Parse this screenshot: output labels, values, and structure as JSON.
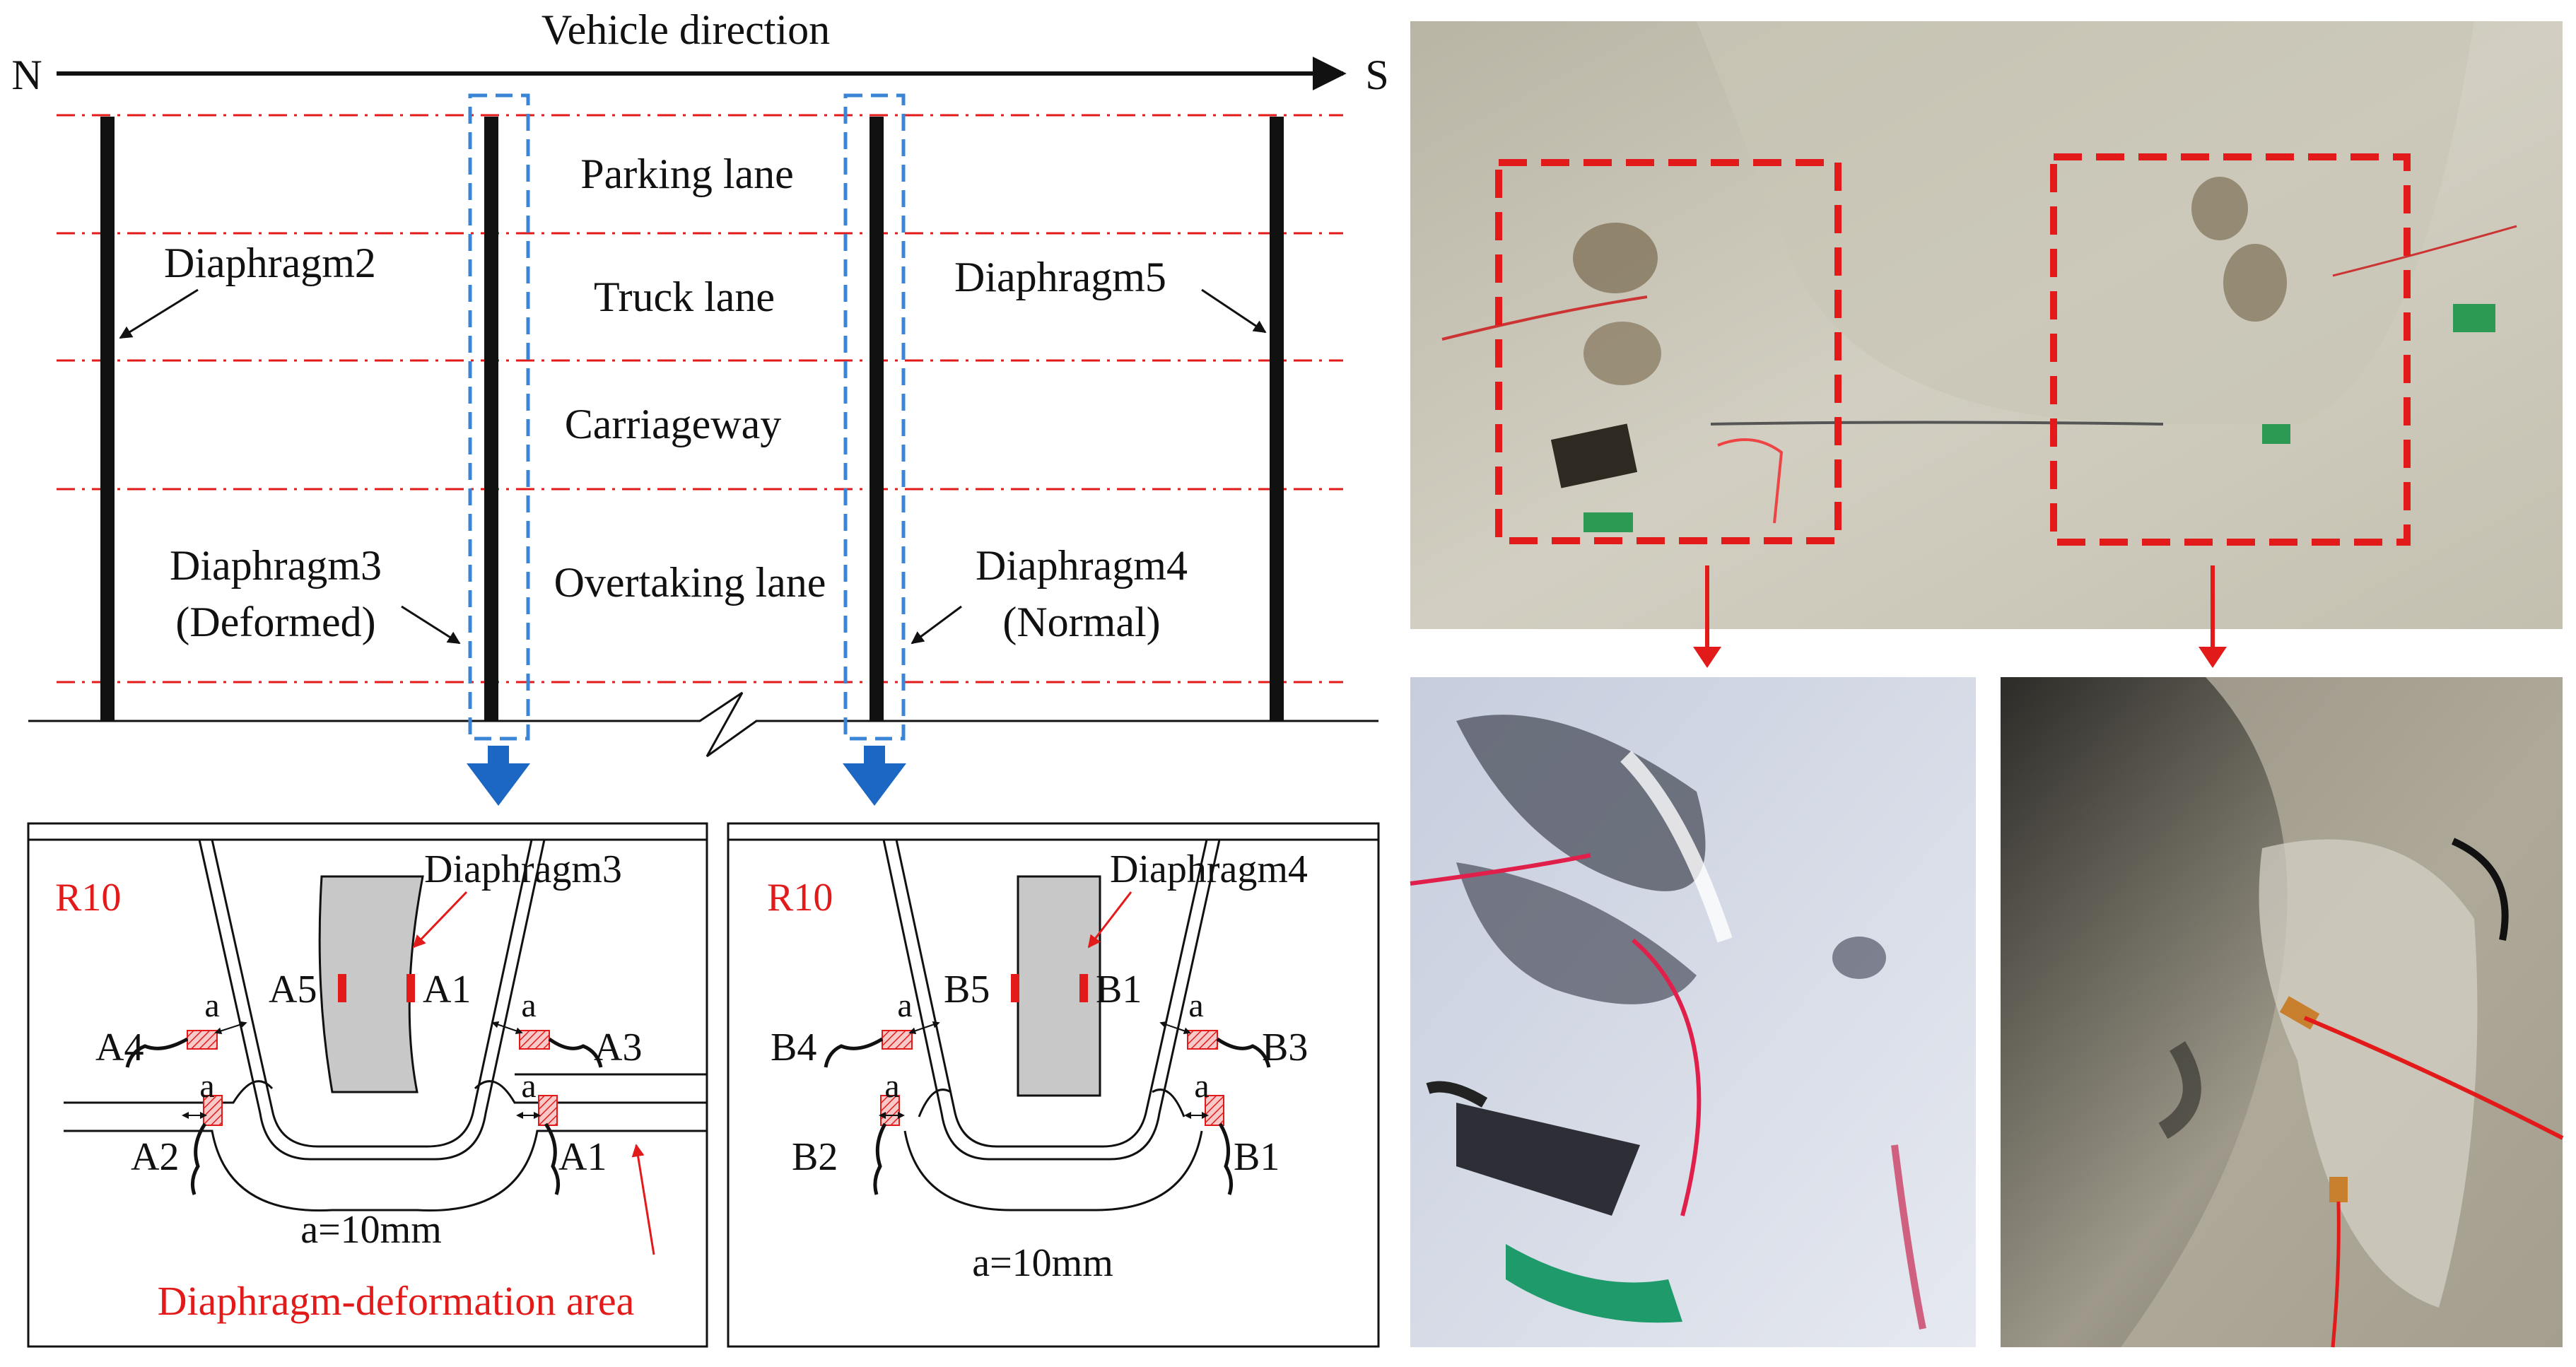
{
  "plan": {
    "direction_label": "Vehicle direction",
    "north": "N",
    "south": "S",
    "lanes": [
      "Parking lane",
      "Truck lane",
      "Carriageway",
      "Overtaking lane"
    ],
    "diaphragm2": "Diaphragm2",
    "diaphragm5": "Diaphragm5",
    "diaphragm3": "Diaphragm3",
    "diaphragm3_state": "(Deformed)",
    "diaphragm4": "Diaphragm4",
    "diaphragm4_state": "(Normal)"
  },
  "detail_left": {
    "rib": "R10",
    "diaphragm": "Diaphragm3",
    "gauges": {
      "A1_top": "A1",
      "A5": "A5",
      "A1_bottom": "A1",
      "A2": "A2",
      "A3": "A3",
      "A4": "A4"
    },
    "dim": "a",
    "spacing": "a=10mm",
    "area_label": "Diaphragm-deformation area"
  },
  "detail_right": {
    "rib": "R10",
    "diaphragm": "Diaphragm4",
    "gauges": {
      "B1_top": "B1",
      "B5": "B5",
      "B1_bottom": "B1",
      "B2": "B2",
      "B3": "B3",
      "B4": "B4"
    },
    "dim": "a",
    "spacing": "a=10mm"
  },
  "colors": {
    "lane_line": "#e21a1a",
    "highlight_box": "#3a85d6",
    "arrow_blue": "#1c66c4",
    "gauge_red": "#e21a1a",
    "photo_dash": "#e21a1a"
  }
}
